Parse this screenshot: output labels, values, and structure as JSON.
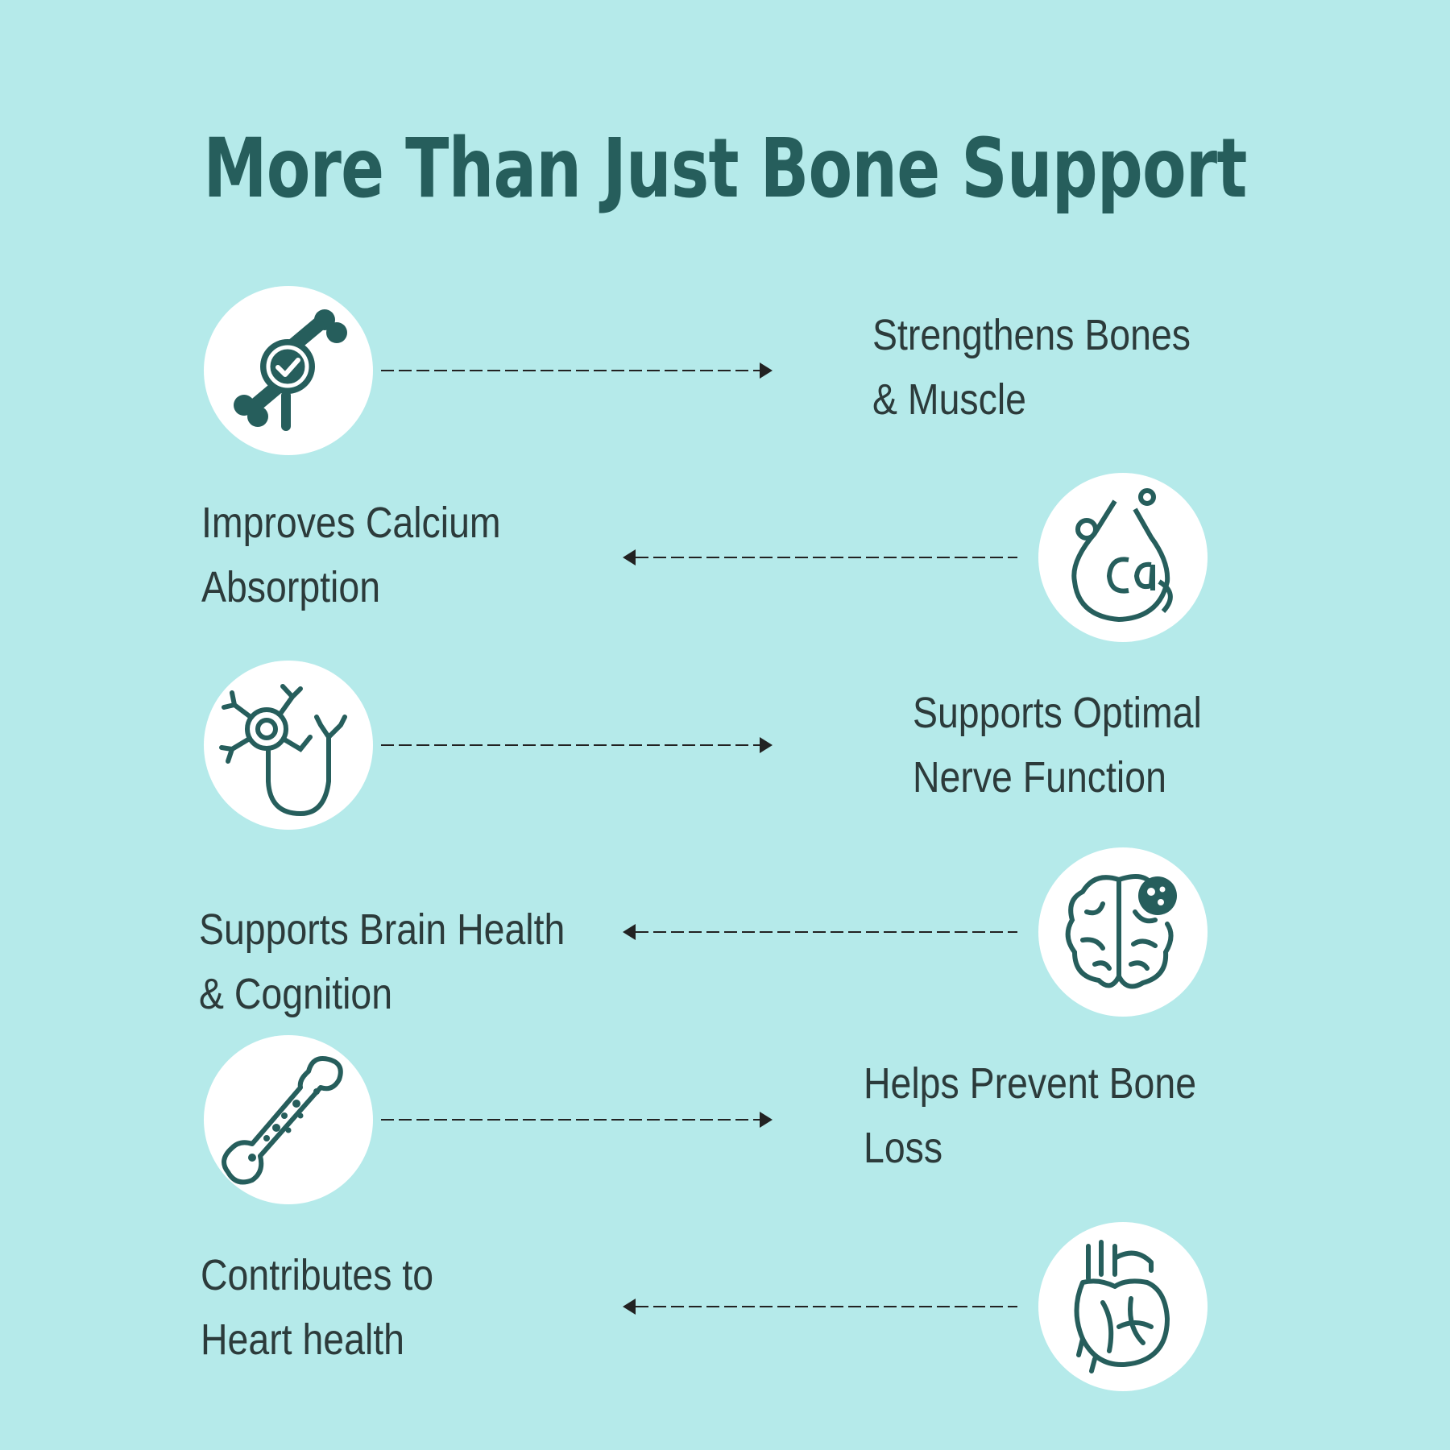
{
  "title": "More Than Just Bone Support",
  "colors": {
    "background": "#b5eaea",
    "accent": "#265e5c",
    "text": "#2c3b3b",
    "circle": "#ffffff"
  },
  "benefits": [
    {
      "line1": "Strengthens Bones",
      "line2": "& Muscle",
      "icon": "bone-magnifier-icon"
    },
    {
      "line1": "Improves Calcium",
      "line2": "Absorption",
      "icon": "calcium-drop-icon"
    },
    {
      "line1": "Supports Optimal",
      "line2": "Nerve Function",
      "icon": "neuron-icon"
    },
    {
      "line1": "Supports Brain Health",
      "line2": "& Cognition",
      "icon": "brain-icon"
    },
    {
      "line1": "Helps Prevent Bone",
      "line2": "Loss",
      "icon": "porous-bone-icon"
    },
    {
      "line1": "Contributes to",
      "line2": "Heart health",
      "icon": "heart-icon"
    }
  ]
}
